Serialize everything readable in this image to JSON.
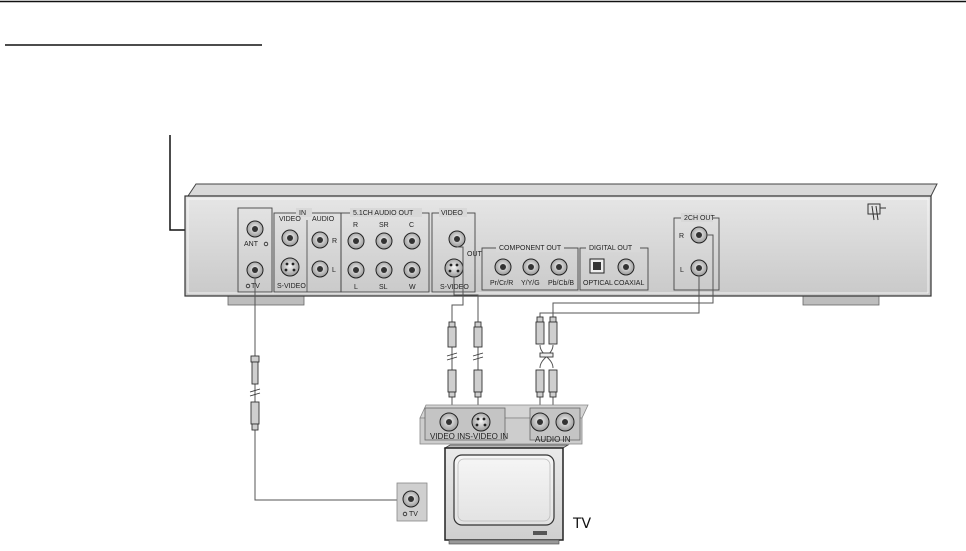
{
  "device": {
    "ant_in": "ANT",
    "to_tv": "TV",
    "in_group": "IN",
    "video": "VIDEO",
    "audio": "AUDIO",
    "r": "R",
    "l": "L",
    "svideo": "S-VIDEO",
    "audio51_group": "5.1CH AUDIO OUT",
    "ch_r": "R",
    "ch_sr": "SR",
    "ch_c": "C",
    "ch_l": "L",
    "ch_sl": "SL",
    "ch_w": "W",
    "video_group": "VIDEO",
    "out": "OUT",
    "svideo_out": "S-VIDEO",
    "component_group": "COMPONENT OUT",
    "pr": "Pr/Cr/R",
    "y": "Y/Y/G",
    "pb": "Pb/Cb/B",
    "digital_group": "DIGITAL OUT",
    "optical": "OPTICAL",
    "coaxial": "COAXIAL",
    "ch2_group": "2CH OUT",
    "ch2_r": "R",
    "ch2_l": "L"
  },
  "tv_panel": {
    "video_in": "VIDEO IN",
    "svideo_in": "S-VIDEO IN",
    "audio_in": "AUDIO IN",
    "ant_tv": "TV"
  },
  "tv_label": "TV"
}
